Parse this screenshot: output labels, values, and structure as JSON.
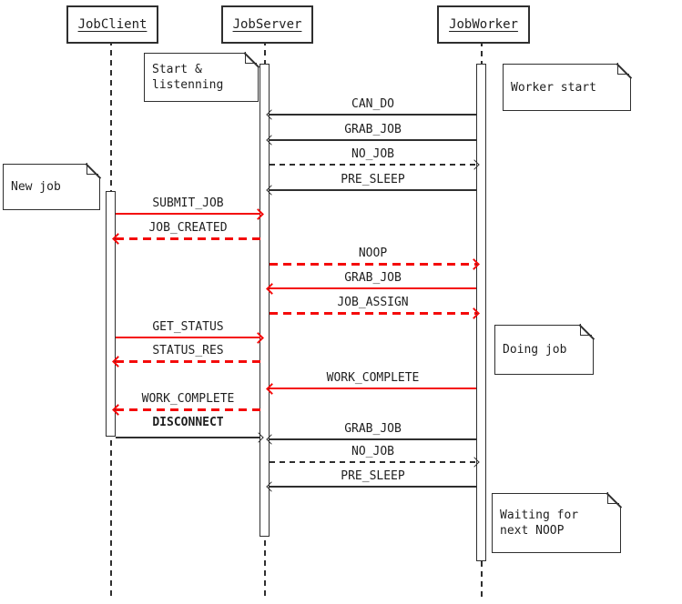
{
  "actors": [
    {
      "label": "JobClient"
    },
    {
      "label": "JobServer"
    },
    {
      "label": "JobWorker"
    }
  ],
  "notes": [
    {
      "id": "start-listening",
      "text": "Start &\nlistenning"
    },
    {
      "id": "worker-start",
      "text": "Worker start"
    },
    {
      "id": "new-job",
      "text": "New job"
    },
    {
      "id": "doing-job",
      "text": "Doing job"
    },
    {
      "id": "waiting-next-noop",
      "text": "Waiting for\nnext NOOP"
    }
  ],
  "messages": [
    {
      "label": "CAN_DO",
      "from": "JobWorker",
      "to": "JobServer",
      "style": "solid",
      "color": "black"
    },
    {
      "label": "GRAB_JOB",
      "from": "JobWorker",
      "to": "JobServer",
      "style": "solid",
      "color": "black"
    },
    {
      "label": "NO_JOB",
      "from": "JobServer",
      "to": "JobWorker",
      "style": "dashed",
      "color": "black"
    },
    {
      "label": "PRE_SLEEP",
      "from": "JobWorker",
      "to": "JobServer",
      "style": "solid",
      "color": "black"
    },
    {
      "label": "SUBMIT_JOB",
      "from": "JobClient",
      "to": "JobServer",
      "style": "solid",
      "color": "red"
    },
    {
      "label": "JOB_CREATED",
      "from": "JobServer",
      "to": "JobClient",
      "style": "dashed",
      "color": "red"
    },
    {
      "label": "NOOP",
      "from": "JobServer",
      "to": "JobWorker",
      "style": "dashed",
      "color": "red"
    },
    {
      "label": "GRAB_JOB",
      "from": "JobWorker",
      "to": "JobServer",
      "style": "solid",
      "color": "red"
    },
    {
      "label": "JOB_ASSIGN",
      "from": "JobServer",
      "to": "JobWorker",
      "style": "dashed",
      "color": "red"
    },
    {
      "label": "GET_STATUS",
      "from": "JobClient",
      "to": "JobServer",
      "style": "solid",
      "color": "red"
    },
    {
      "label": "STATUS_RES",
      "from": "JobServer",
      "to": "JobClient",
      "style": "dashed",
      "color": "red"
    },
    {
      "label": "WORK_COMPLETE",
      "from": "JobWorker",
      "to": "JobServer",
      "style": "solid",
      "color": "red"
    },
    {
      "label": "WORK_COMPLETE",
      "from": "JobServer",
      "to": "JobClient",
      "style": "dashed",
      "color": "red"
    },
    {
      "label": "DISCONNECT",
      "from": "JobClient",
      "to": "JobServer",
      "style": "solid",
      "color": "black",
      "bold": true
    },
    {
      "label": "GRAB_JOB",
      "from": "JobWorker",
      "to": "JobServer",
      "style": "solid",
      "color": "black"
    },
    {
      "label": "NO_JOB",
      "from": "JobServer",
      "to": "JobWorker",
      "style": "dashed",
      "color": "black"
    },
    {
      "label": "PRE_SLEEP",
      "from": "JobWorker",
      "to": "JobServer",
      "style": "solid",
      "color": "black"
    }
  ],
  "colors": {
    "message_red": "#f40b0b",
    "line_dark": "#2f2f2f",
    "background": "#ffffff"
  }
}
